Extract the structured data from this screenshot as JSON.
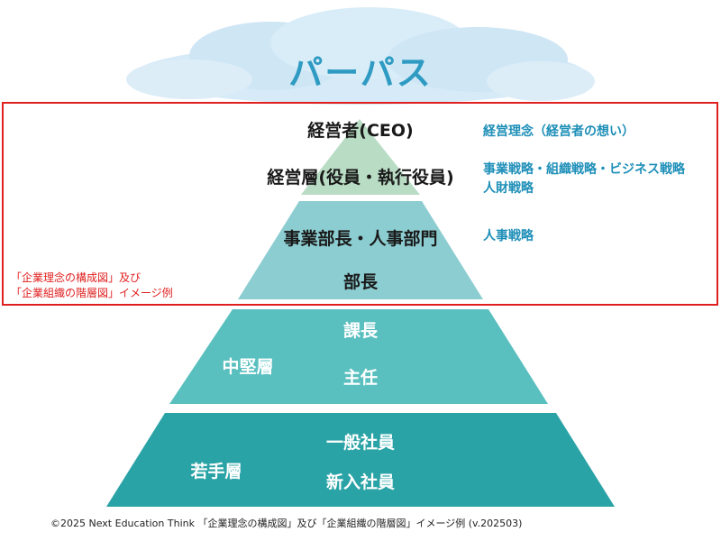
{
  "title": "パーパス",
  "pyramid": {
    "top": {
      "levels": [
        "経営者(CEO)",
        "経営層(役員・執行役員)"
      ],
      "side": [
        "経営理念（経営者の想い）",
        "事業戦略・組織戦略・ビジネス戦略",
        "人財戦略"
      ]
    },
    "middle": {
      "levels": [
        "事業部長・人事部門",
        "部長"
      ],
      "side": [
        "人事戦略"
      ]
    },
    "mid_tier": {
      "group": "中堅層",
      "levels": [
        "課長",
        "主任"
      ]
    },
    "young_tier": {
      "group": "若手層",
      "levels": [
        "一般社員",
        "新入社員"
      ]
    }
  },
  "note": [
    "「企業理念の構成図」及び",
    "「企業組織の階層図」イメージ例"
  ],
  "footer": "©2025 Next Education Think 「企業理念の構成図」及び「企業組織の階層図」イメージ例 (v.202503)",
  "colors": {
    "title": "#2f9bc3",
    "tier_top": "#b8dcc4",
    "tier_second": "#8ccdd1",
    "tier_third": "#5abfbf",
    "tier_bottom": "#2aa3a6",
    "highlight_box": "#e02020",
    "side_text": "#1e8fb8"
  }
}
